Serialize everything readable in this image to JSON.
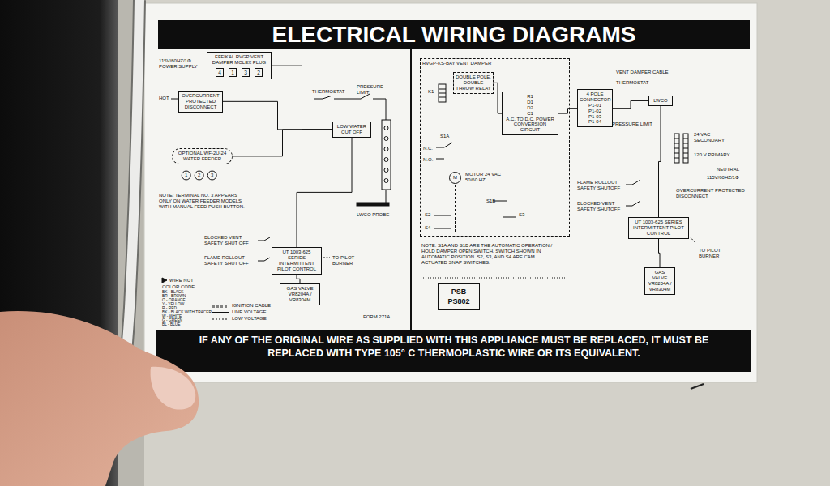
{
  "diagram": {
    "title": "ELECTRICAL WIRING DIAGRAMS",
    "caption": "IF ANY OF THE ORIGINAL WIRE AS SUPPLIED WITH THIS APPLIANCE MUST BE REPLACED, IT MUST BE REPLACED WITH TYPE 105° C THERMOPLASTIC WIRE OR ITS EQUIVALENT.",
    "nodes": [
      {
        "text": [
          "EFFIKAL RVGP VENT DAMPER MOLEX PLUG"
        ]
      },
      {
        "text": [
          "4"
        ],
        "in": 0
      },
      {
        "text": [
          "1"
        ],
        "in": 0
      },
      {
        "text": [
          "3"
        ],
        "in": 0
      },
      {
        "text": [
          "2"
        ],
        "in": 0
      },
      {
        "text": [
          "OVERCURRENT PROTECTED DISCONNECT"
        ]
      },
      {
        "text": [
          "LOW WATER CUT OFF"
        ]
      },
      {
        "text": [
          "OPTIONAL WF-2U-24 WATER FEEDER"
        ]
      },
      {
        "text": [
          "UT 1003-625 SERIES INTERMITTENT PILOT CONTROL"
        ]
      },
      {
        "text": [
          "GAS VALVE VR8204A / VR8304M"
        ]
      },
      {
        "text": [
          "PSB",
          "PS802"
        ]
      },
      {
        "text": [
          "RVGP-KS-BAY VENT DAMPER"
        ]
      },
      {
        "text": [
          "DOUBLE POLE, DOUBLE THROW RELAY"
        ],
        "in": 11
      },
      {
        "text": [
          "R1",
          "D1",
          "D2",
          "C1",
          "A.C. TO D.C. POWER CONVERSION CIRCUIT"
        ],
        "in": 11
      },
      {
        "text": [
          "4 POLE CONNECTOR",
          "P1-01",
          "P1-02",
          "P1-03",
          "P1-04"
        ]
      },
      {
        "text": [
          "LWCO"
        ]
      },
      {
        "text": [
          "UT 1003-625 SERIES INTERMITTENT PILOT CONTROL"
        ]
      },
      {
        "text": [
          "GAS VALVE VR8204A / VR8304M"
        ]
      }
    ],
    "edges": [
      {
        "from": 0,
        "to": 6,
        "arrow": "none"
      },
      {
        "from": 5,
        "to": 6,
        "arrow": "none"
      },
      {
        "from": 7,
        "to": 6,
        "arrow": "none"
      },
      {
        "from": 6,
        "to": 8,
        "arrow": "none"
      },
      {
        "from": 8,
        "to": 9,
        "arrow": "none"
      },
      {
        "from": 12,
        "to": 13,
        "arrow": "none"
      },
      {
        "from": 13,
        "to": 14,
        "arrow": "none"
      },
      {
        "from": 14,
        "to": 15,
        "arrow": "none"
      },
      {
        "from": 15,
        "to": 16,
        "arrow": "none"
      },
      {
        "from": 16,
        "to": 17,
        "arrow": "none"
      }
    ],
    "labels": [
      "115V/60HZ/1Φ POWER SUPPLY",
      "HOT",
      "THERMOSTAT",
      "PRESSURE LIMIT",
      "1",
      "2",
      "3",
      "NOTE: TERMINAL NO. 3 APPEARS ONLY ON WATER FEEDER MODELS WITH MANUAL FEED PUSH BUTTON.",
      "LWCO PROBE",
      "BLOCKED VENT SAFETY SHUT OFF",
      "FLAME ROLLOUT SAFETY SHUT OFF",
      "TO PILOT BURNER",
      "COLOR CODE",
      "BK - BLACK",
      "BR - BROWN",
      "O - ORANGE",
      "Y - YELLOW",
      "R - RED",
      "BK - BLACK WITH TRACER",
      "W - WHITE",
      "G - GREEN",
      "BL - BLUE",
      "FORM 271A",
      "VENT DAMPER CABLE",
      "THERMOSTAT",
      "PRESSURE LIMIT",
      "24 VAC SECONDARY",
      "120 V PRIMARY",
      "NEUTRAL",
      "115V/60HZ/1Φ",
      "OVERCURRENT PROTECTED DISCONNECT",
      "K1",
      "S1A",
      "N.C.",
      "N.O.",
      "M",
      "MOTOR 24 VAC 50/60 HZ.",
      "S1B",
      "S2",
      "S3",
      "S4",
      "FLAME ROLLOUT SAFETY SHUTOFF",
      "BLOCKED VENT SAFETY SHUTOFF",
      "TO PILOT BURNER",
      "NOTE: S1A AND S1B ARE THE AUTOMATIC OPERATION / HOLD DAMPER OPEN SWITCH. SWITCH SHOWN IN AUTOMATIC POSITION. S2, S3, AND S4 ARE CAM ACTUATED SNAP SWITCHES."
    ],
    "legend": [
      {
        "text": "WIRE NUT"
      },
      {
        "text": "IGNITION CABLE"
      },
      {
        "text": "LINE VOLTAGE"
      },
      {
        "text": "LOW VOLTAGE"
      }
    ]
  }
}
